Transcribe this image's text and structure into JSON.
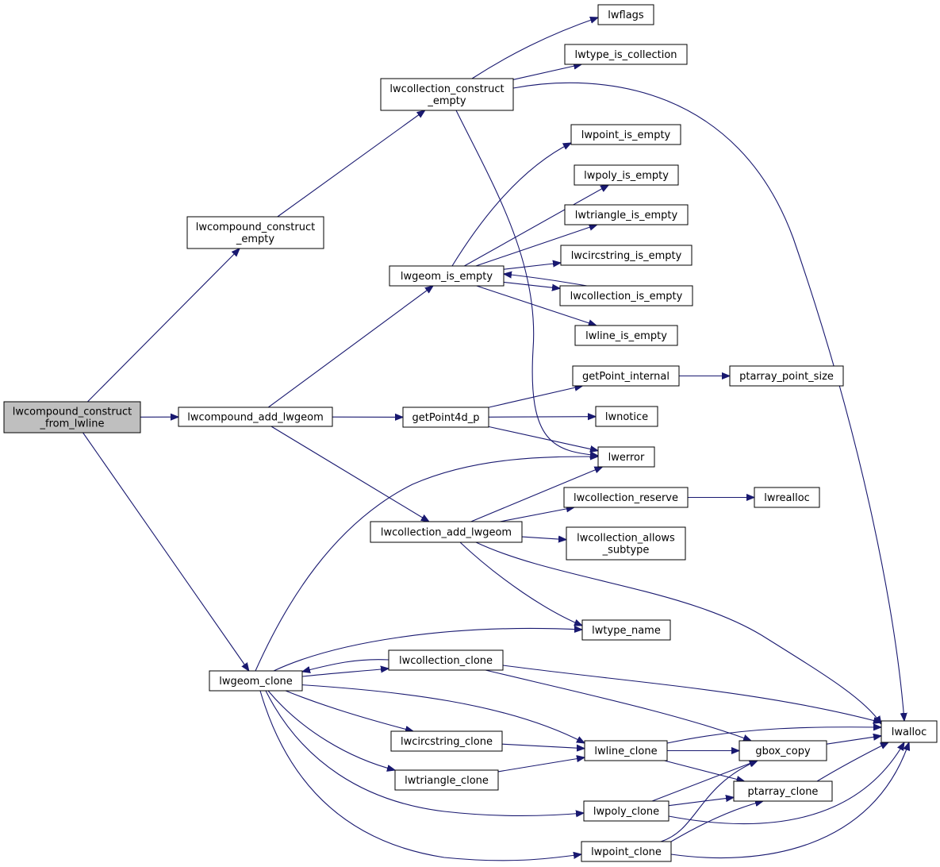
{
  "graph": {
    "nodes": [
      {
        "id": "root",
        "lines": [
          "lwcompound_construct",
          "_from_lwline"
        ],
        "root": true
      },
      {
        "id": "lwcompound_construct_empty",
        "lines": [
          "lwcompound_construct",
          "_empty"
        ]
      },
      {
        "id": "lwcompound_add_lwgeom",
        "lines": [
          "lwcompound_add_lwgeom"
        ]
      },
      {
        "id": "lwgeom_clone",
        "lines": [
          "lwgeom_clone"
        ]
      },
      {
        "id": "lwcollection_construct_empty",
        "lines": [
          "lwcollection_construct",
          "_empty"
        ]
      },
      {
        "id": "lwgeom_is_empty",
        "lines": [
          "lwgeom_is_empty"
        ]
      },
      {
        "id": "getPoint4d_p",
        "lines": [
          "getPoint4d_p"
        ]
      },
      {
        "id": "lwcollection_add_lwgeom",
        "lines": [
          "lwcollection_add_lwgeom"
        ]
      },
      {
        "id": "lwcollection_clone",
        "lines": [
          "lwcollection_clone"
        ]
      },
      {
        "id": "lwcircstring_clone",
        "lines": [
          "lwcircstring_clone"
        ]
      },
      {
        "id": "lwtriangle_clone",
        "lines": [
          "lwtriangle_clone"
        ]
      },
      {
        "id": "lwflags",
        "lines": [
          "lwflags"
        ]
      },
      {
        "id": "lwtype_is_collection",
        "lines": [
          "lwtype_is_collection"
        ]
      },
      {
        "id": "lwpoint_is_empty",
        "lines": [
          "lwpoint_is_empty"
        ]
      },
      {
        "id": "lwpoly_is_empty",
        "lines": [
          "lwpoly_is_empty"
        ]
      },
      {
        "id": "lwtriangle_is_empty",
        "lines": [
          "lwtriangle_is_empty"
        ]
      },
      {
        "id": "lwcircstring_is_empty",
        "lines": [
          "lwcircstring_is_empty"
        ]
      },
      {
        "id": "lwcollection_is_empty",
        "lines": [
          "lwcollection_is_empty"
        ]
      },
      {
        "id": "lwline_is_empty",
        "lines": [
          "lwline_is_empty"
        ]
      },
      {
        "id": "getPoint_internal",
        "lines": [
          "getPoint_internal"
        ]
      },
      {
        "id": "lwnotice",
        "lines": [
          "lwnotice"
        ]
      },
      {
        "id": "lwerror",
        "lines": [
          "lwerror"
        ]
      },
      {
        "id": "lwcollection_reserve",
        "lines": [
          "lwcollection_reserve"
        ]
      },
      {
        "id": "lwcollection_allows_subtype",
        "lines": [
          "lwcollection_allows",
          "_subtype"
        ]
      },
      {
        "id": "lwtype_name",
        "lines": [
          "lwtype_name"
        ]
      },
      {
        "id": "lwline_clone",
        "lines": [
          "lwline_clone"
        ]
      },
      {
        "id": "lwpoly_clone",
        "lines": [
          "lwpoly_clone"
        ]
      },
      {
        "id": "lwpoint_clone",
        "lines": [
          "lwpoint_clone"
        ]
      },
      {
        "id": "ptarray_point_size",
        "lines": [
          "ptarray_point_size"
        ]
      },
      {
        "id": "lwrealloc",
        "lines": [
          "lwrealloc"
        ]
      },
      {
        "id": "gbox_copy",
        "lines": [
          "gbox_copy"
        ]
      },
      {
        "id": "ptarray_clone",
        "lines": [
          "ptarray_clone"
        ]
      },
      {
        "id": "lwalloc",
        "lines": [
          "lwalloc"
        ]
      }
    ],
    "edges": [
      [
        "root",
        "lwcompound_construct_empty"
      ],
      [
        "root",
        "lwcompound_add_lwgeom"
      ],
      [
        "root",
        "lwgeom_clone"
      ],
      [
        "lwcompound_construct_empty",
        "lwcollection_construct_empty"
      ],
      [
        "lwcollection_construct_empty",
        "lwflags"
      ],
      [
        "lwcollection_construct_empty",
        "lwtype_is_collection"
      ],
      [
        "lwcollection_construct_empty",
        "lwalloc"
      ],
      [
        "lwcollection_construct_empty",
        "lwerror"
      ],
      [
        "lwcompound_add_lwgeom",
        "lwgeom_is_empty"
      ],
      [
        "lwcompound_add_lwgeom",
        "getPoint4d_p"
      ],
      [
        "lwcompound_add_lwgeom",
        "lwcollection_add_lwgeom"
      ],
      [
        "lwgeom_is_empty",
        "lwpoint_is_empty"
      ],
      [
        "lwgeom_is_empty",
        "lwpoly_is_empty"
      ],
      [
        "lwgeom_is_empty",
        "lwtriangle_is_empty"
      ],
      [
        "lwgeom_is_empty",
        "lwcircstring_is_empty"
      ],
      [
        "lwgeom_is_empty",
        "lwcollection_is_empty"
      ],
      [
        "lwgeom_is_empty",
        "lwline_is_empty"
      ],
      [
        "lwcollection_is_empty",
        "lwgeom_is_empty"
      ],
      [
        "getPoint4d_p",
        "getPoint_internal"
      ],
      [
        "getPoint4d_p",
        "lwnotice"
      ],
      [
        "getPoint4d_p",
        "lwerror"
      ],
      [
        "getPoint_internal",
        "ptarray_point_size"
      ],
      [
        "lwcollection_add_lwgeom",
        "lwerror"
      ],
      [
        "lwcollection_add_lwgeom",
        "lwcollection_reserve"
      ],
      [
        "lwcollection_add_lwgeom",
        "lwcollection_allows_subtype"
      ],
      [
        "lwcollection_add_lwgeom",
        "lwtype_name"
      ],
      [
        "lwcollection_add_lwgeom",
        "lwalloc"
      ],
      [
        "lwcollection_reserve",
        "lwrealloc"
      ],
      [
        "lwgeom_clone",
        "lwerror"
      ],
      [
        "lwgeom_clone",
        "lwtype_name"
      ],
      [
        "lwgeom_clone",
        "lwcollection_clone"
      ],
      [
        "lwcollection_clone",
        "lwgeom_clone"
      ],
      [
        "lwgeom_clone",
        "lwcircstring_clone"
      ],
      [
        "lwgeom_clone",
        "lwtriangle_clone"
      ],
      [
        "lwgeom_clone",
        "lwline_clone"
      ],
      [
        "lwgeom_clone",
        "lwpoly_clone"
      ],
      [
        "lwgeom_clone",
        "lwpoint_clone"
      ],
      [
        "lwcollection_clone",
        "lwalloc"
      ],
      [
        "lwcollection_clone",
        "gbox_copy"
      ],
      [
        "lwcircstring_clone",
        "lwline_clone"
      ],
      [
        "lwtriangle_clone",
        "lwline_clone"
      ],
      [
        "lwline_clone",
        "lwalloc"
      ],
      [
        "lwline_clone",
        "gbox_copy"
      ],
      [
        "lwline_clone",
        "ptarray_clone"
      ],
      [
        "lwpoly_clone",
        "gbox_copy"
      ],
      [
        "lwpoly_clone",
        "ptarray_clone"
      ],
      [
        "lwpoly_clone",
        "lwalloc"
      ],
      [
        "lwpoint_clone",
        "gbox_copy"
      ],
      [
        "lwpoint_clone",
        "ptarray_clone"
      ],
      [
        "lwpoint_clone",
        "lwalloc"
      ],
      [
        "gbox_copy",
        "lwalloc"
      ],
      [
        "ptarray_clone",
        "lwalloc"
      ]
    ]
  }
}
